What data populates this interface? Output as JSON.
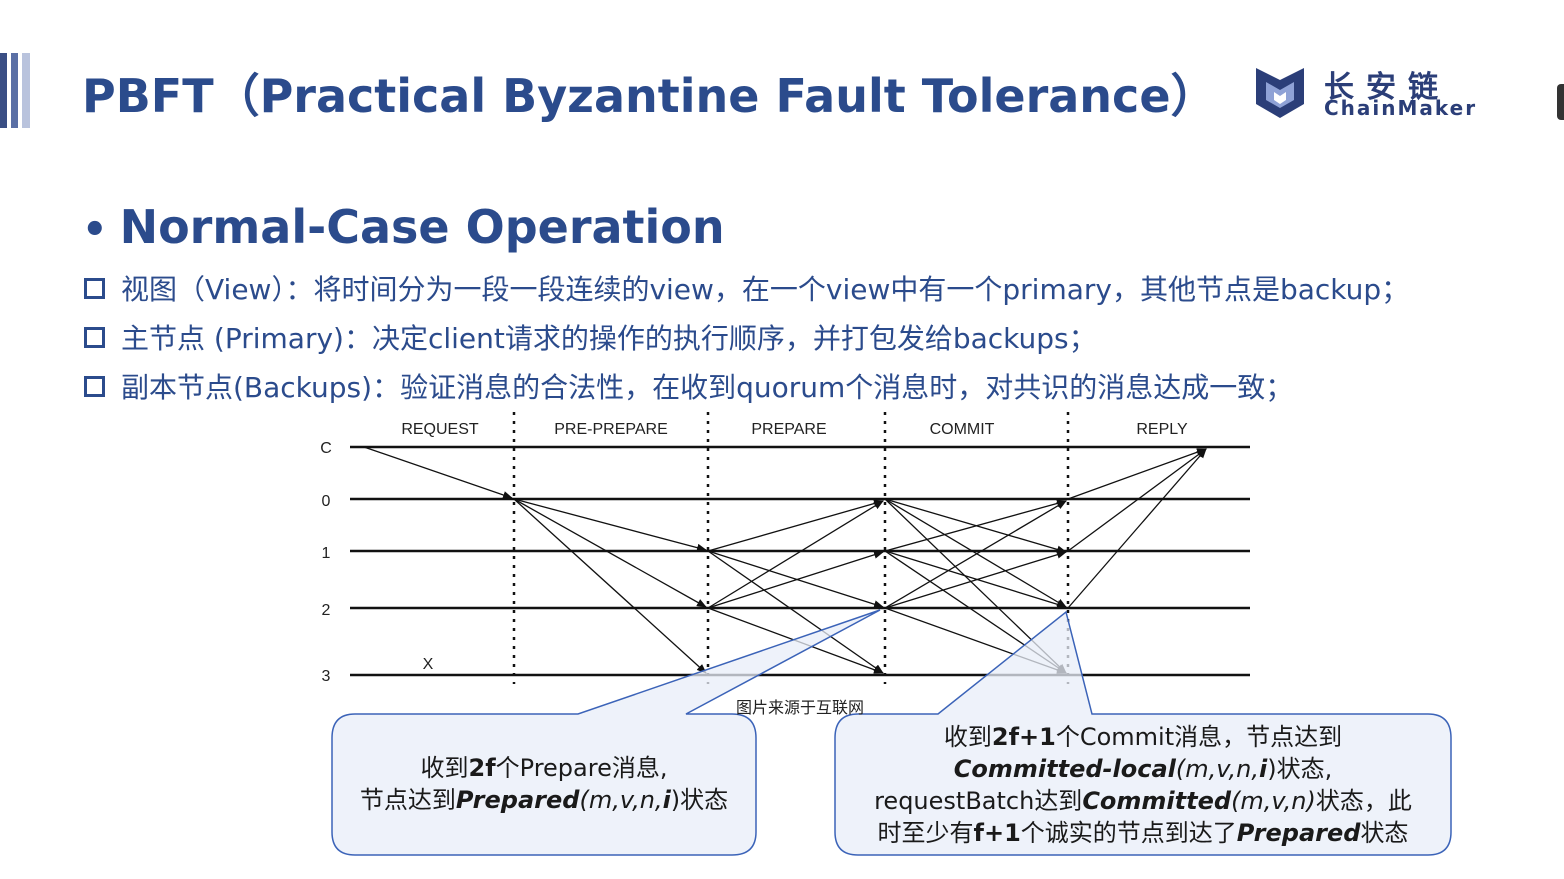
{
  "slide": {
    "title": "PBFT（Practical Byzantine Fault Tolerance）",
    "section_heading": "Normal-Case Operation",
    "bullets": [
      "视图（View）：将时间分为一段一段连续的view，在一个view中有一个primary，其他节点是backup；",
      "主节点 (Primary)：决定client请求的操作的执行顺序，并打包发给backups；",
      "副本节点(Backups)：验证消息的合法性，在收到quorum个消息时，对共识的消息达成一致；"
    ],
    "image_source": "图片来源于互联网"
  },
  "logo": {
    "cn": "长安链",
    "en": "ChainMaker"
  },
  "diagram": {
    "phases": [
      "REQUEST",
      "PRE-PREPARE",
      "PREPARE",
      "COMMIT",
      "REPLY"
    ],
    "nodes": [
      "C",
      "0",
      "1",
      "2",
      "3"
    ],
    "faulty_marker": "X"
  },
  "callouts": {
    "left": {
      "l1_a": "收到",
      "l1_b": "2f",
      "l1_c": "个Prepare消息,",
      "l2_a": "节点达到",
      "l2_b": "Prepared",
      "l2_c": "(m,v,n,",
      "l2_d": "i",
      "l2_e": ")状态"
    },
    "right": {
      "l1_a": "收到",
      "l1_b": "2f+1",
      "l1_c": "个Commit消息，节点达到",
      "l2_a": "Committed-local",
      "l2_b": "(m,v,n,",
      "l2_c": "i",
      "l2_d": ")状态,",
      "l3_a": "requestBatch达到",
      "l3_b": "Committed",
      "l3_c": "(m,v,n)",
      "l3_d": "状态，此",
      "l4_a": "时至少有",
      "l4_b": "f+1",
      "l4_c": "个诚实的节点到达了",
      "l4_d": "Prepared",
      "l4_e": "状态"
    }
  },
  "colors": {
    "title": "#2b4b8c",
    "callout_fill": "#e8eef8",
    "callout_stroke": "#3b63b8"
  }
}
